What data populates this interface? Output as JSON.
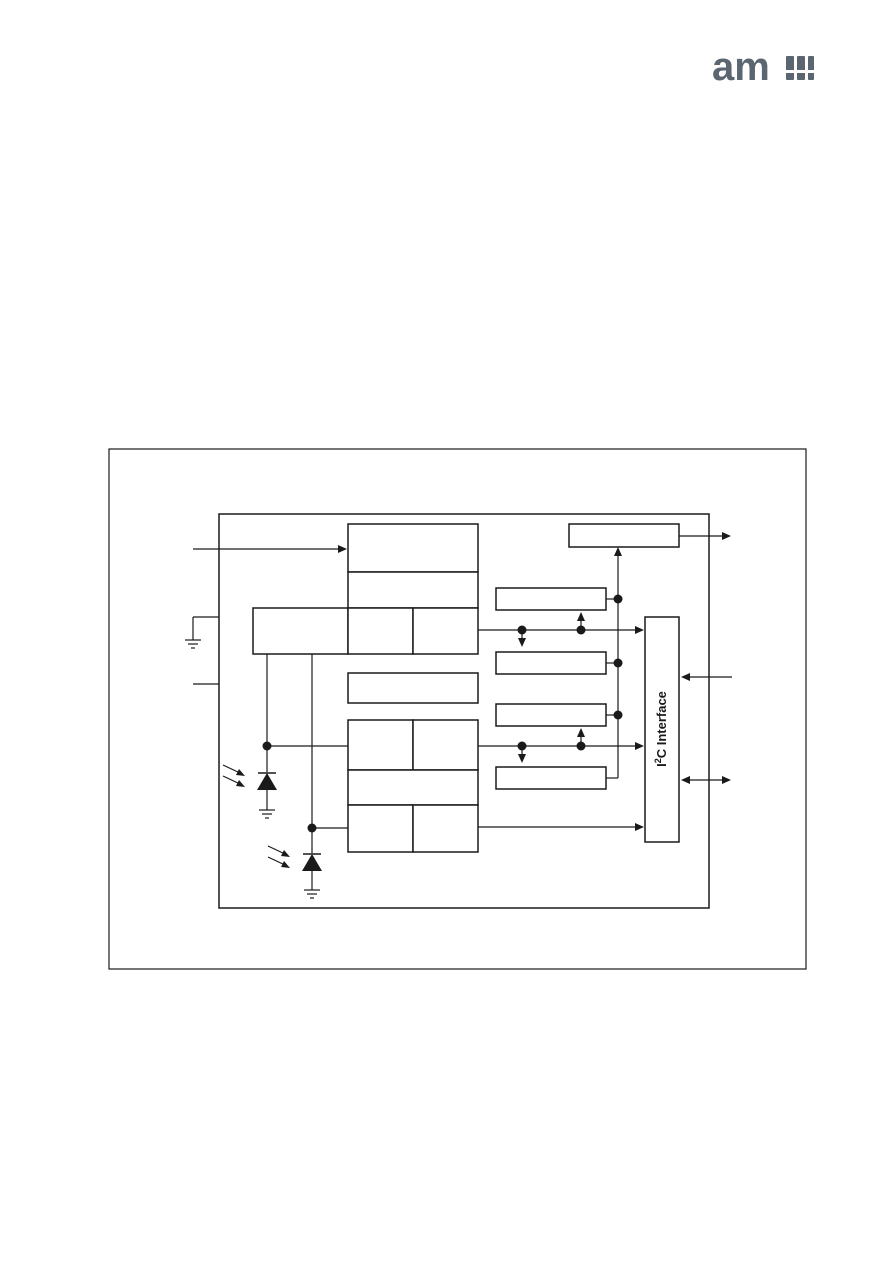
{
  "logo": {
    "text": "am",
    "color": "#5b6670"
  },
  "diagram": {
    "i2c_block": {
      "label_superscript_base": "I",
      "label_superscript": "2",
      "label_rest": "C Interface"
    }
  }
}
